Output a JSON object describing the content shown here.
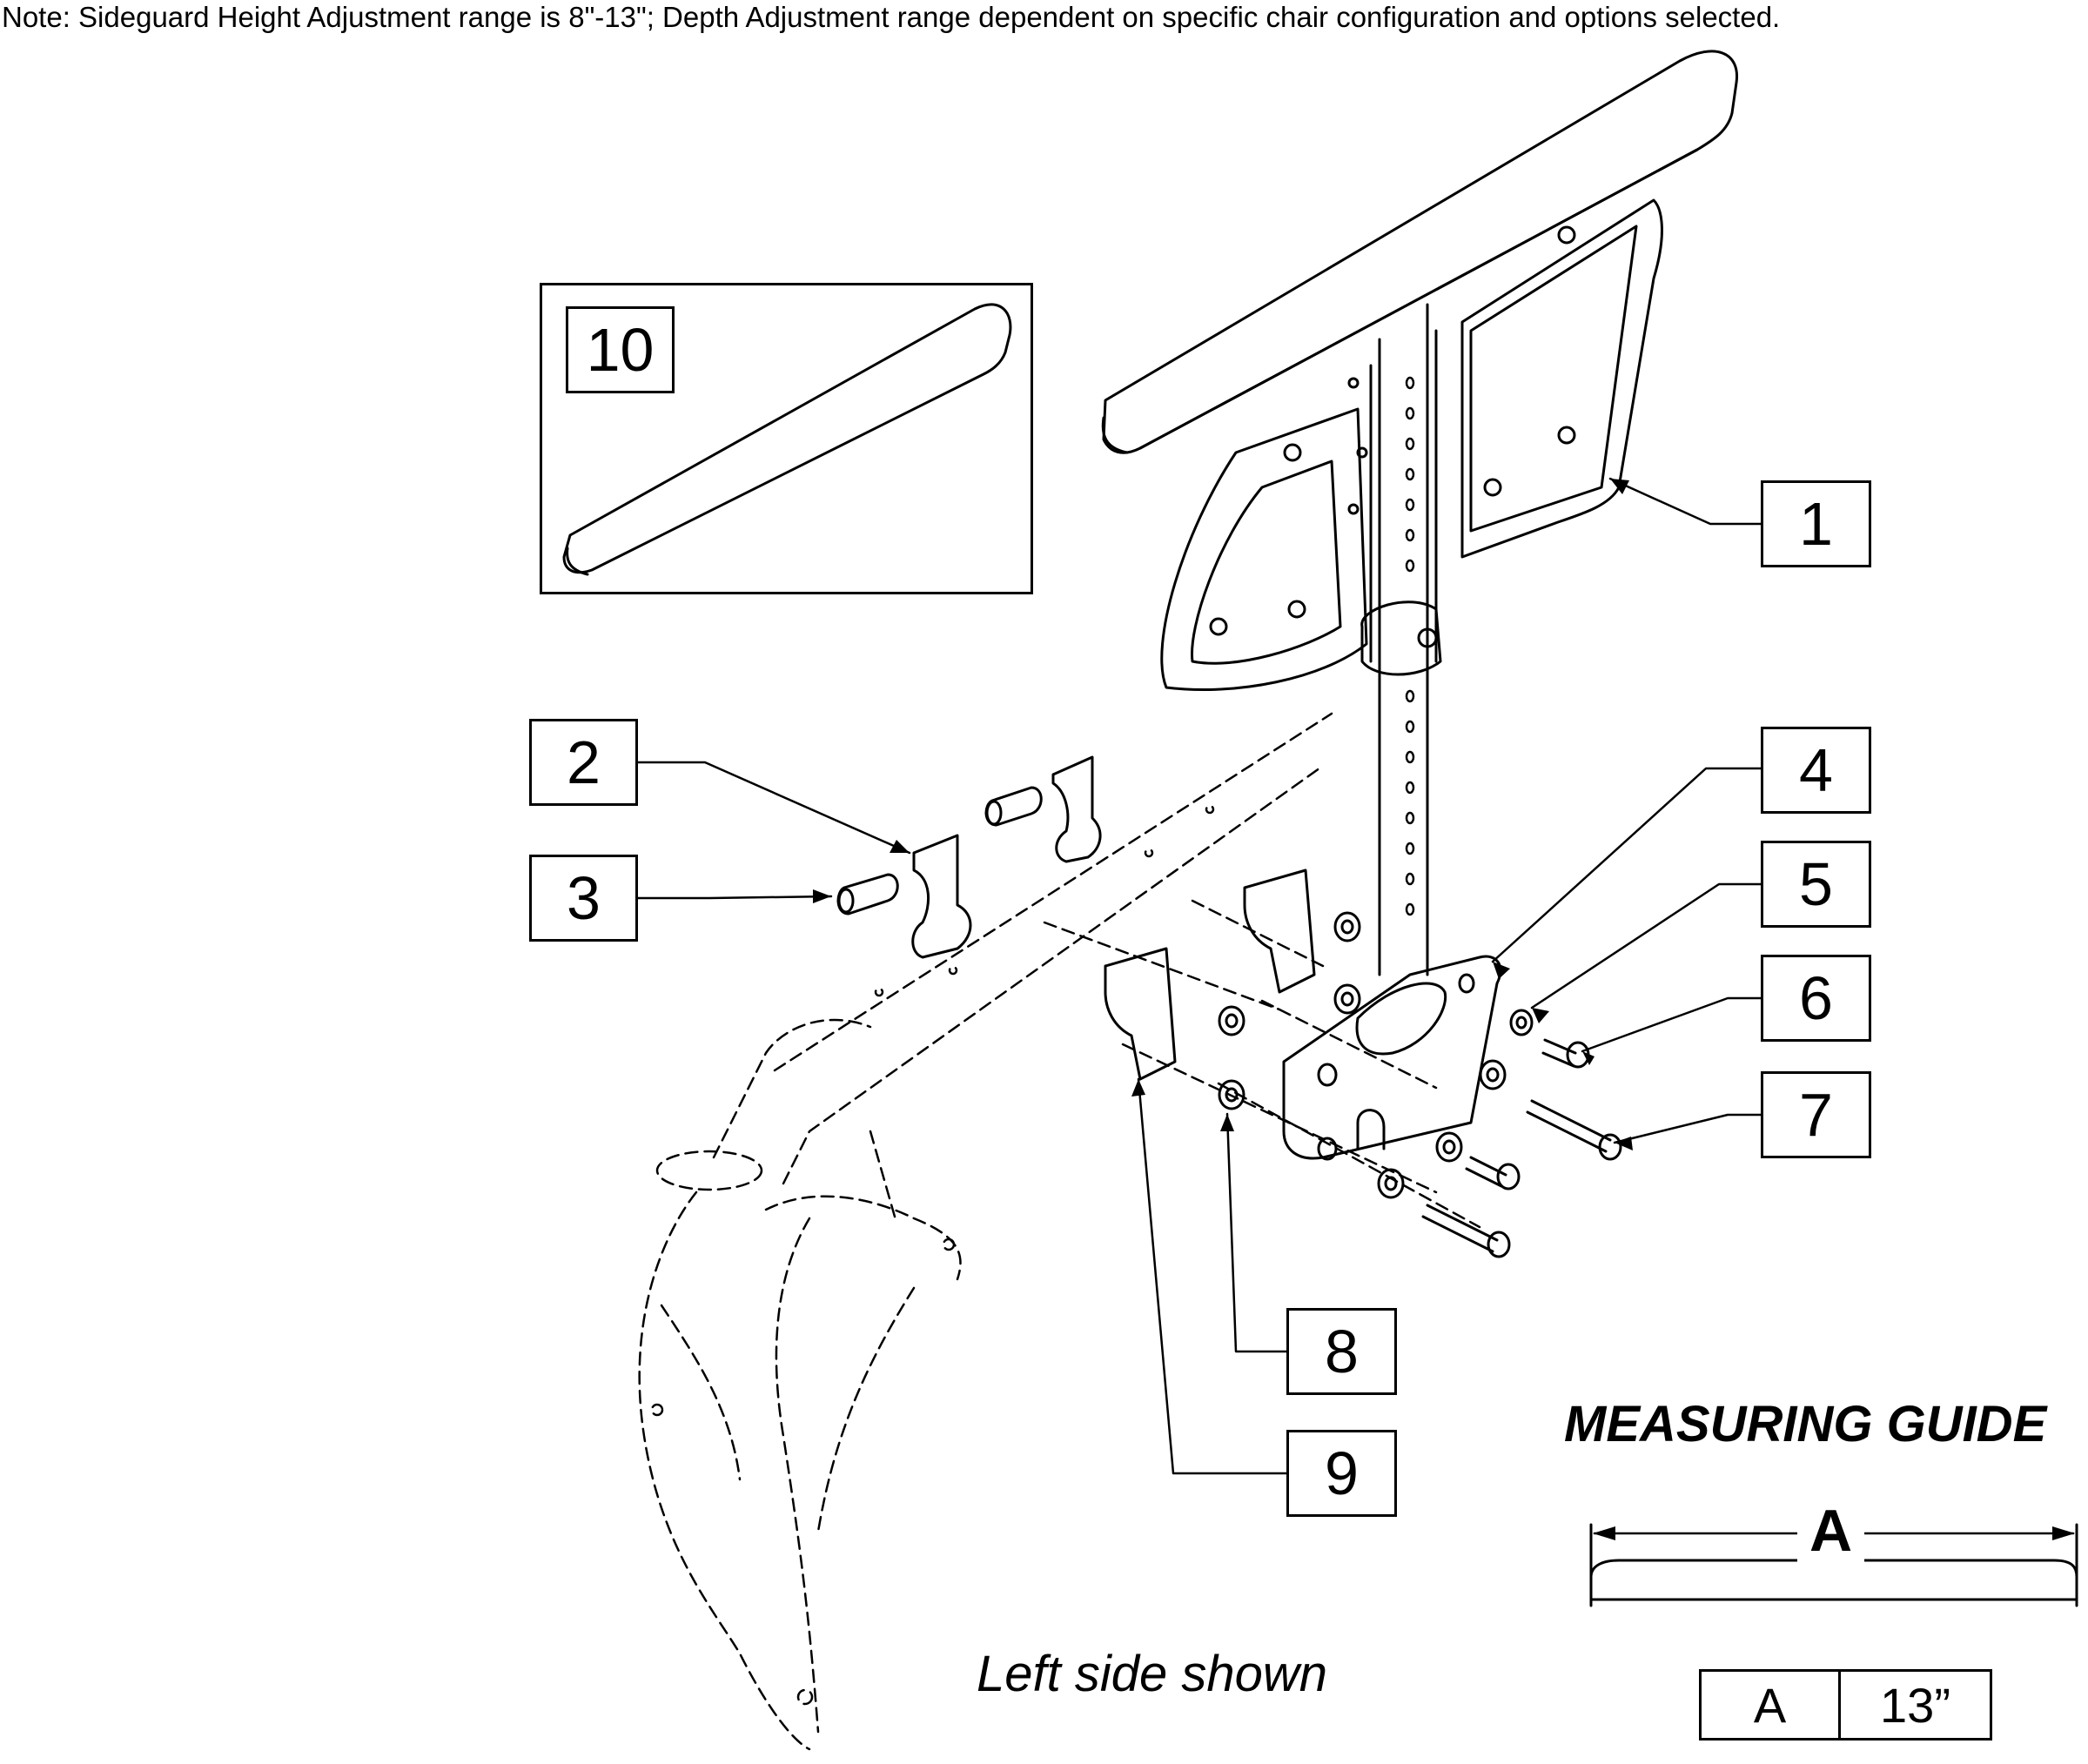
{
  "note": "Note: Sideguard Height Adjustment range is 8\"-13\"; Depth Adjustment range dependent on specific chair configuration and options selected.",
  "callouts": {
    "c1": "1",
    "c2": "2",
    "c3": "3",
    "c4": "4",
    "c5": "5",
    "c6": "6",
    "c7": "7",
    "c8": "8",
    "c9": "9",
    "c10": "10"
  },
  "side_note": "Left side shown",
  "measuring_guide": {
    "title": "MEASURING GUIDE",
    "dimension_letter": "A",
    "table": {
      "label": "A",
      "value": "13”"
    }
  }
}
